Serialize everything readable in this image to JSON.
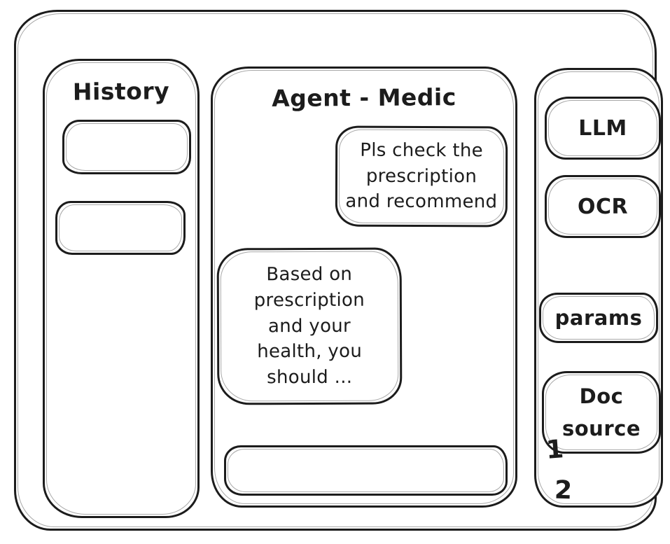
{
  "colors": {
    "ink": "#1c1c1c",
    "background": "#ffffff"
  },
  "window": {
    "history_panel": {
      "title": "History",
      "items": [
        {
          "label": ""
        },
        {
          "label": ""
        }
      ]
    },
    "chat_panel": {
      "title": "Agent - Medic",
      "messages": [
        {
          "role": "user",
          "text": "Pls check the\nprescription\nand recommend"
        },
        {
          "role": "assistant",
          "text": "Based on\nprescription\nand your\nhealth, you\nshould ..."
        }
      ],
      "composer": {
        "value": "",
        "placeholder": ""
      }
    },
    "tools_panel": {
      "buttons": [
        {
          "id": "llm",
          "label": "LLM"
        },
        {
          "id": "ocr",
          "label": "OCR"
        },
        {
          "id": "params",
          "label": "params"
        },
        {
          "id": "doc-source",
          "label": "Doc source"
        }
      ],
      "doc_list": [
        {
          "label": "1"
        },
        {
          "label": "2"
        }
      ]
    }
  }
}
